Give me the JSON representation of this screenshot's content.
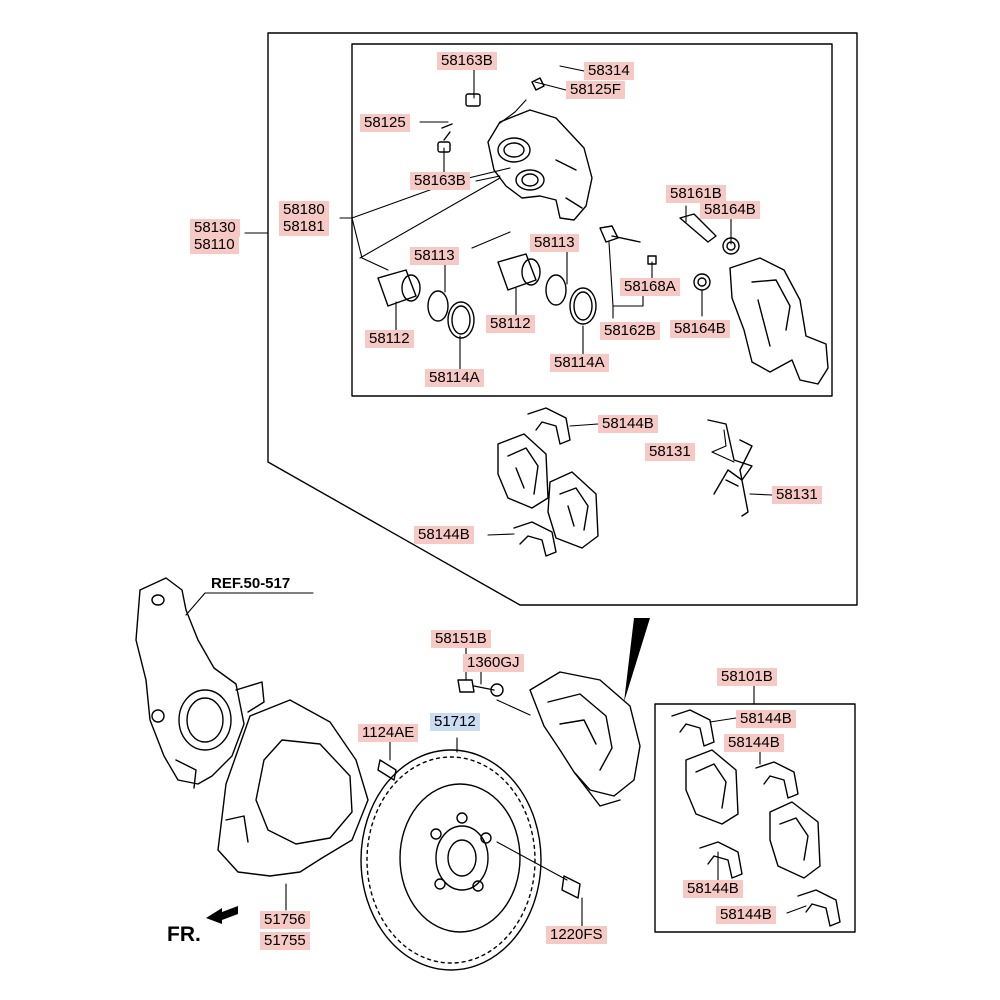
{
  "colors": {
    "label_bg": "#f6c9c4",
    "highlight_bg": "#c9dcf3",
    "line": "#000000"
  },
  "reference_text": "REF.50-517",
  "direction_text": "FR.",
  "direction_icon": "arrow-icon",
  "parts": [
    {
      "id": "p01",
      "code": "58163B"
    },
    {
      "id": "p02",
      "code": "58314"
    },
    {
      "id": "p03",
      "code": "58125F"
    },
    {
      "id": "p04",
      "code": "58125"
    },
    {
      "id": "p05",
      "code": "58163B"
    },
    {
      "id": "p06",
      "code": "58180"
    },
    {
      "id": "p07",
      "code": "58181"
    },
    {
      "id": "p08",
      "code": "58130"
    },
    {
      "id": "p09",
      "code": "58110"
    },
    {
      "id": "p10",
      "code": "58161B"
    },
    {
      "id": "p11",
      "code": "58164B"
    },
    {
      "id": "p12",
      "code": "58113"
    },
    {
      "id": "p13",
      "code": "58113"
    },
    {
      "id": "p14",
      "code": "58168A"
    },
    {
      "id": "p15",
      "code": "58112"
    },
    {
      "id": "p16",
      "code": "58112"
    },
    {
      "id": "p17",
      "code": "58162B"
    },
    {
      "id": "p18",
      "code": "58164B"
    },
    {
      "id": "p19",
      "code": "58114A"
    },
    {
      "id": "p20",
      "code": "58114A"
    },
    {
      "id": "p21",
      "code": "58144B"
    },
    {
      "id": "p22",
      "code": "58131"
    },
    {
      "id": "p23",
      "code": "58131"
    },
    {
      "id": "p24",
      "code": "58144B"
    },
    {
      "id": "p25",
      "code": "58151B"
    },
    {
      "id": "p26",
      "code": "1360GJ"
    },
    {
      "id": "p27",
      "code": "51712",
      "highlight": true
    },
    {
      "id": "p28",
      "code": "1124AE"
    },
    {
      "id": "p29",
      "code": "58101B"
    },
    {
      "id": "p30",
      "code": "58144B"
    },
    {
      "id": "p31",
      "code": "58144B"
    },
    {
      "id": "p32",
      "code": "58144B"
    },
    {
      "id": "p33",
      "code": "58144B"
    },
    {
      "id": "p34",
      "code": "51756"
    },
    {
      "id": "p35",
      "code": "51755"
    },
    {
      "id": "p36",
      "code": "1220FS"
    }
  ]
}
